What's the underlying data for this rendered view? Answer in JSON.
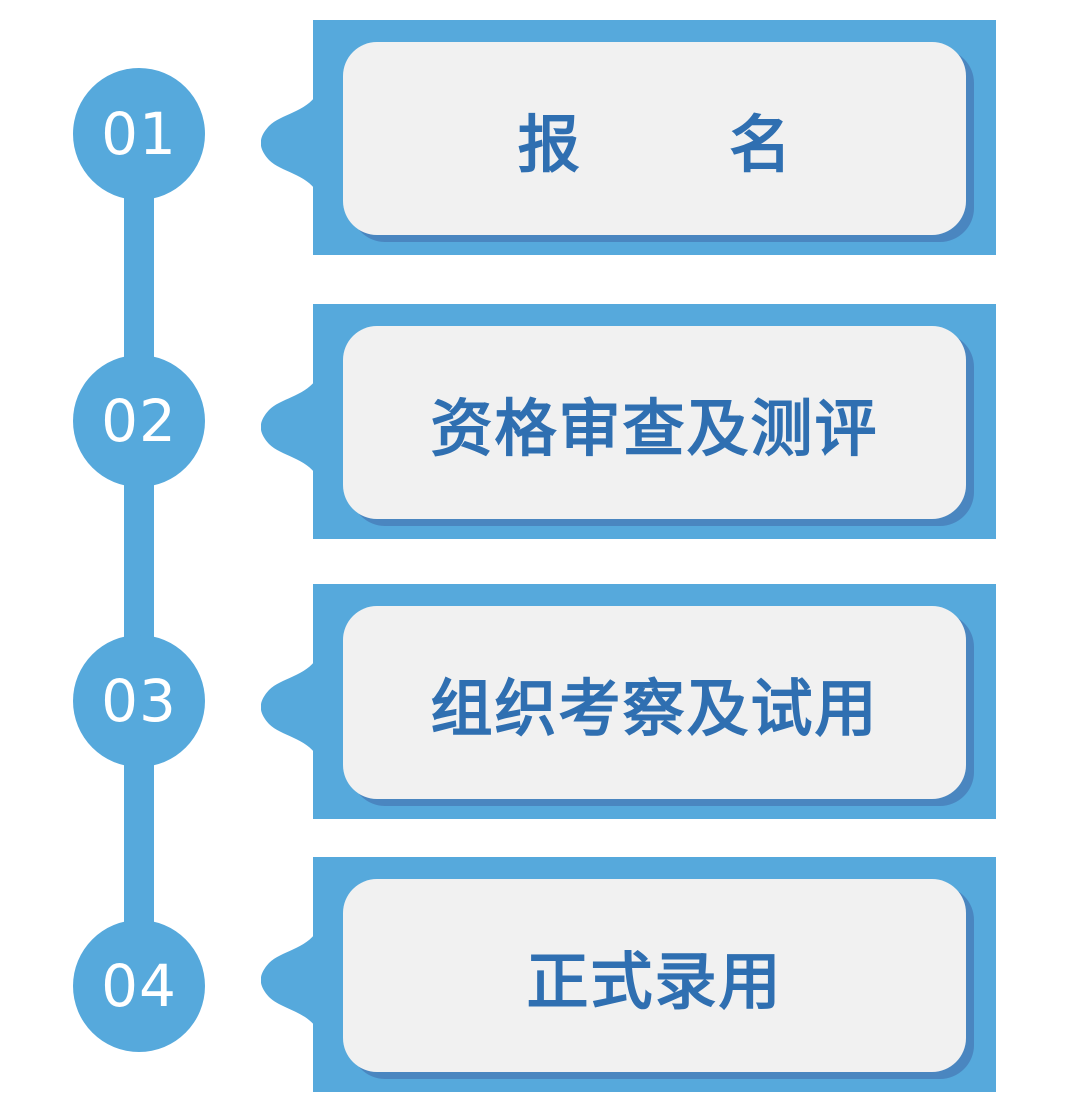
{
  "steps": [
    {
      "number": "01",
      "label": "报 名"
    },
    {
      "number": "02",
      "label": "资格审查及测评"
    },
    {
      "number": "03",
      "label": "组织考察及试用"
    },
    {
      "number": "04",
      "label": "正式录用"
    }
  ],
  "colors": {
    "accent": "#56a9dc",
    "text": "#2f6fb1",
    "card": "#f1f1f1",
    "shadow": "#4a86c0"
  }
}
